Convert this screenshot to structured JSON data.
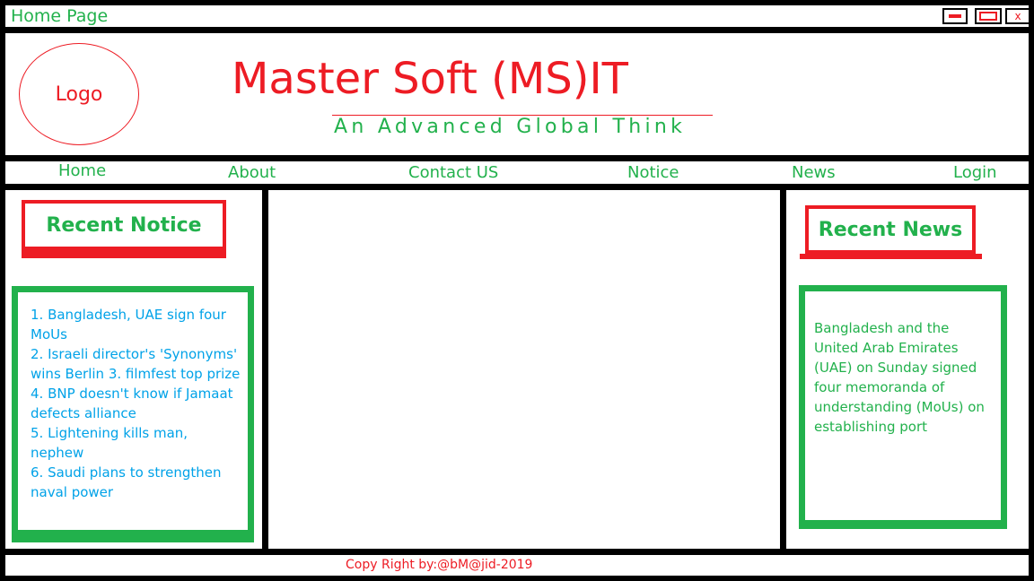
{
  "window": {
    "title": "Home Page",
    "close_label": "x"
  },
  "header": {
    "logo_text": "Logo",
    "site_title": "Master Soft (MS)IT",
    "tagline": "An Advanced Global Think"
  },
  "nav": {
    "items": [
      {
        "label": "Home"
      },
      {
        "label": "About"
      },
      {
        "label": "Contact US"
      },
      {
        "label": "Notice"
      },
      {
        "label": "News"
      },
      {
        "label": "Login"
      }
    ]
  },
  "left": {
    "heading": "Recent Notice",
    "items": [
      "1. Bangladesh, UAE sign four MoUs",
      "2. Israeli director's 'Synonyms' wins Berlin 3. filmfest top prize",
      "4. BNP doesn't know if Jamaat defects alliance",
      "5. Lightening kills man, nephew",
      "6. Saudi plans to strengthen naval power"
    ]
  },
  "right": {
    "heading": "Recent News",
    "text": "Bangladesh and the United Arab Emirates (UAE) on Sunday signed four memoranda of understanding (MoUs) on establishing port"
  },
  "footer": {
    "copyright": "Copy Right by:@bM@jid-2019"
  },
  "colors": {
    "green": "#22b14c",
    "red": "#ed1c24",
    "blue": "#00a2e8",
    "border": "#000000"
  }
}
